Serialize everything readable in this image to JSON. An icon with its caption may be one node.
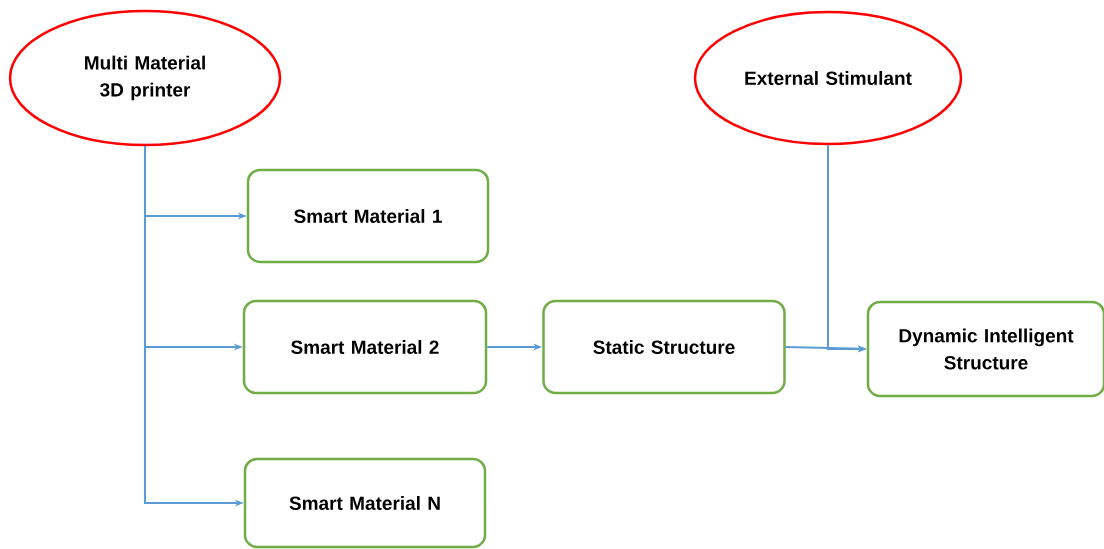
{
  "diagram": {
    "nodes": [
      {
        "text": [
          "Multi Material 3D printer"
        ]
      },
      {
        "text": [
          "External Stimulant"
        ]
      },
      {
        "text": [
          "Smart Material 1"
        ]
      },
      {
        "text": [
          "Smart Material 2"
        ]
      },
      {
        "text": [
          "Smart Material N"
        ]
      },
      {
        "text": [
          "Static Structure"
        ]
      },
      {
        "text": [
          "Dynamic Intelligent Structure"
        ]
      }
    ],
    "edges": [
      {
        "from": 0,
        "to": 2,
        "arrow": "to"
      },
      {
        "from": 0,
        "to": 3,
        "arrow": "to"
      },
      {
        "from": 0,
        "to": 4,
        "arrow": "to"
      },
      {
        "from": 3,
        "to": 5,
        "arrow": "to"
      },
      {
        "from": 5,
        "to": 6,
        "arrow": "to"
      },
      {
        "from": 1,
        "to": 6,
        "arrow": "to"
      }
    ]
  }
}
